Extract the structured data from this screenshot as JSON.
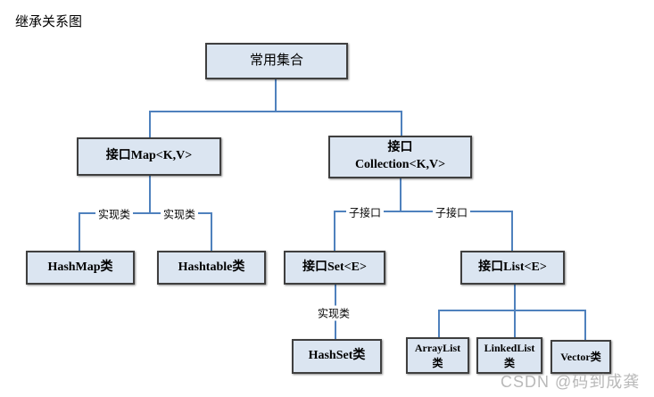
{
  "title": "继承关系图",
  "watermark": "CSDN @码到成龚",
  "colors": {
    "box_fill": "#dbe5f1",
    "box_border": "#3f3f3f",
    "line": "#4f81bd",
    "watermark": "#b9b9b9"
  },
  "nodes": {
    "root": {
      "label": "常用集合"
    },
    "map": {
      "label": "接口Map<K,V>"
    },
    "collection": {
      "line1": "接口",
      "line2": "Collection<K,V>"
    },
    "hashmap": {
      "label": "HashMap类"
    },
    "hashtable": {
      "label": "Hashtable类"
    },
    "set": {
      "label": "接口Set<E>"
    },
    "list": {
      "label": "接口List<E>"
    },
    "hashset": {
      "label": "HashSet类"
    },
    "arraylist": {
      "line1": "ArrayList",
      "line2": "类"
    },
    "linkedlist": {
      "line1": "LinkedList",
      "line2": "类"
    },
    "vector": {
      "label": "Vector类"
    }
  },
  "edge_labels": {
    "map_left": "实现类",
    "map_right": "实现类",
    "collection_left": "子接口",
    "collection_right": "子接口",
    "set_impl": "实现类"
  }
}
